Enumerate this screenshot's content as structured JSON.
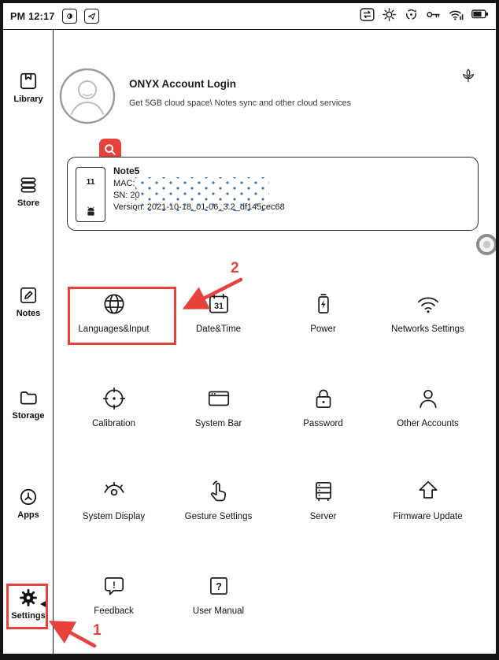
{
  "status_bar": {
    "time": "PM 12:17"
  },
  "sidebar": {
    "items": [
      {
        "label": "Library"
      },
      {
        "label": "Store"
      },
      {
        "label": "Notes"
      },
      {
        "label": "Storage"
      },
      {
        "label": "Apps"
      },
      {
        "label": "Settings"
      }
    ]
  },
  "account": {
    "title": "ONYX Account Login",
    "subtitle": "Get 5GB cloud space\\ Notes sync and other cloud services"
  },
  "device": {
    "name": "Note5",
    "mac_label": "MAC:",
    "sn_label": "SN: 20",
    "version": "Version: 2021-10-18_01-06_3.2_df145cec68",
    "thumb_badge": "11"
  },
  "grid": {
    "calendar_day": "31",
    "glyph_feedback": "!",
    "glyph_manual": "?",
    "items": [
      {
        "label": "Languages&Input"
      },
      {
        "label": "Date&Time"
      },
      {
        "label": "Power"
      },
      {
        "label": "Networks Settings"
      },
      {
        "label": "Calibration"
      },
      {
        "label": "System Bar"
      },
      {
        "label": "Password"
      },
      {
        "label": "Other Accounts"
      },
      {
        "label": "System Display"
      },
      {
        "label": "Gesture Settings"
      },
      {
        "label": "Server"
      },
      {
        "label": "Firmware Update"
      },
      {
        "label": "Feedback"
      },
      {
        "label": "User Manual"
      }
    ]
  },
  "annotations": {
    "step1": "1",
    "step2": "2"
  },
  "colors": {
    "annotation_red": "#e8423c",
    "redaction_blue": "#4a6fc0",
    "ink": "#1a1a1a"
  }
}
